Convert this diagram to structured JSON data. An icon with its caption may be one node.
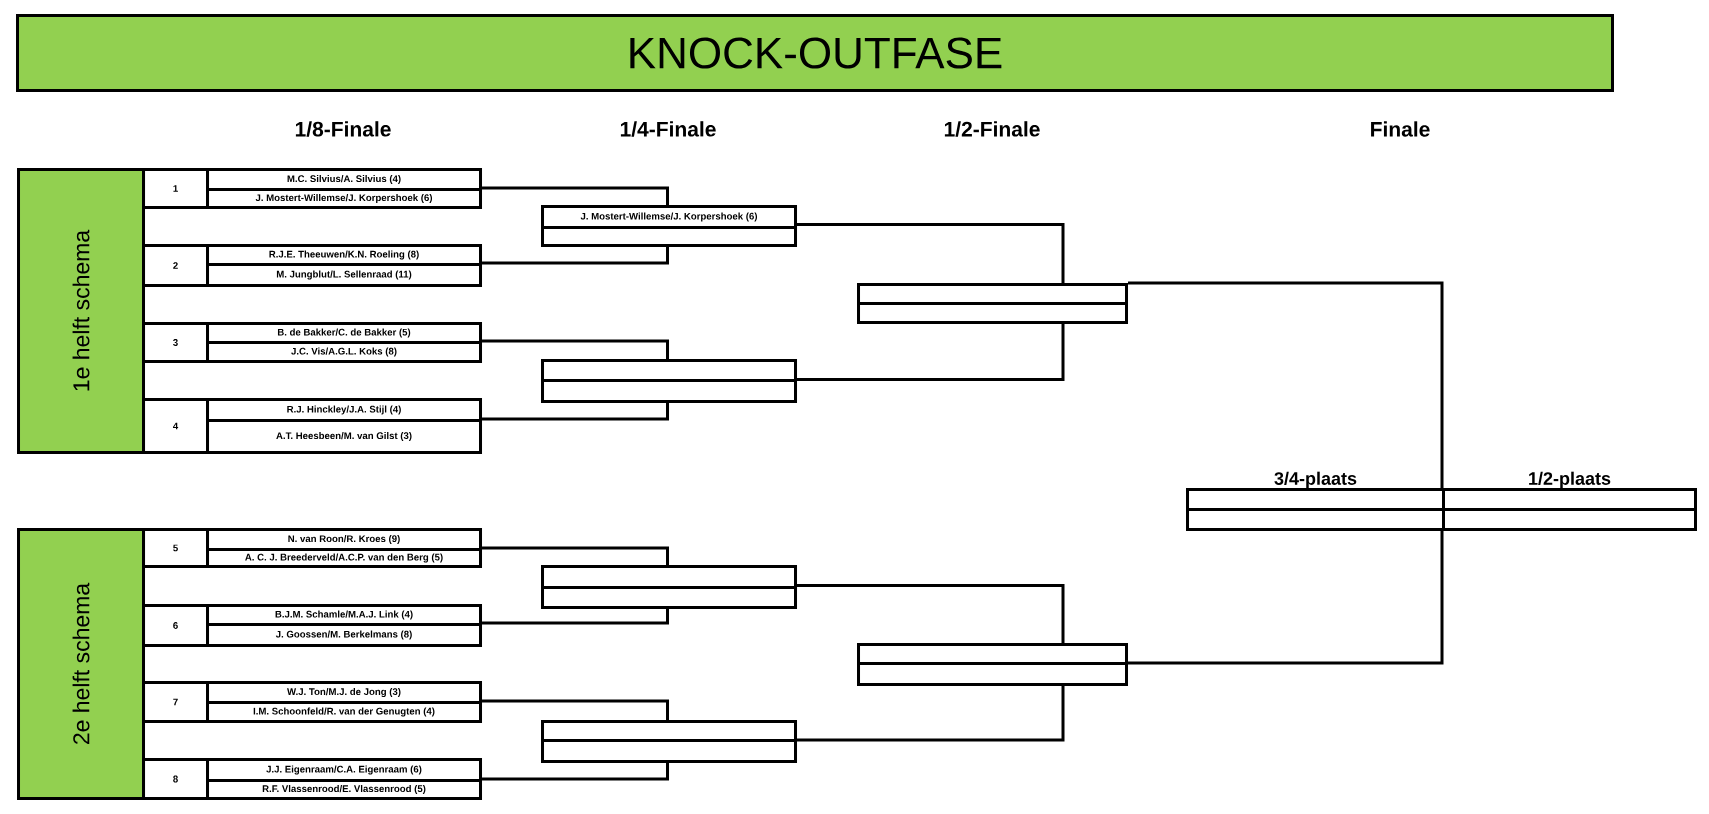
{
  "diagram": {
    "title": "KNOCK-OUTFASE",
    "nodes": [
      {
        "text": [
          "1e helft schema"
        ]
      },
      {
        "text": [],
        "shape": "box"
      },
      {
        "text": [
          "1"
        ],
        "in": 1
      },
      {
        "text": [
          "M.C. Silvius/A. Silvius (4)"
        ],
        "in": 1
      },
      {
        "text": [
          "J. Mostert-Willemse/J. Korpershoek (6)"
        ],
        "in": 1
      },
      {
        "text": [],
        "shape": "box"
      },
      {
        "text": [
          "2"
        ],
        "in": 5
      },
      {
        "text": [
          "R.J.E. Theeuwen/K.N. Roeling (8)"
        ],
        "in": 5
      },
      {
        "text": [
          "M. Jungblut/L. Sellenraad (11)"
        ],
        "in": 5
      },
      {
        "text": [],
        "shape": "box"
      },
      {
        "text": [
          "3"
        ],
        "in": 9
      },
      {
        "text": [
          "B. de Bakker/C. de Bakker (5)"
        ],
        "in": 9
      },
      {
        "text": [
          "J.C. Vis/A.G.L. Koks (8)"
        ],
        "in": 9
      },
      {
        "text": [],
        "shape": "box"
      },
      {
        "text": [
          "4"
        ],
        "in": 13
      },
      {
        "text": [
          "R.J. Hinckley/J.A. Stijl (4)"
        ],
        "in": 13
      },
      {
        "text": [
          "A.T. Heesbeen/M. van Gilst (3)"
        ],
        "in": 13
      },
      {
        "text": [
          "2e helft schema"
        ]
      },
      {
        "text": [],
        "shape": "box"
      },
      {
        "text": [
          "5"
        ],
        "in": 18
      },
      {
        "text": [
          "N. van Roon/R. Kroes (9)"
        ],
        "in": 18
      },
      {
        "text": [
          "A. C. J. Breederveld/A.C.P. van den Berg (5)"
        ],
        "in": 18
      },
      {
        "text": [],
        "shape": "box"
      },
      {
        "text": [
          "6"
        ],
        "in": 22
      },
      {
        "text": [
          "B.J.M. Schamle/M.A.J. Link (4)"
        ],
        "in": 22
      },
      {
        "text": [
          "J. Goossen/M. Berkelmans (8)"
        ],
        "in": 22
      },
      {
        "text": [],
        "shape": "box"
      },
      {
        "text": [
          "7"
        ],
        "in": 26
      },
      {
        "text": [
          "W.J. Ton/M.J. de Jong (3)"
        ],
        "in": 26
      },
      {
        "text": [
          "I.M. Schoonfeld/R. van der Genugten (4)"
        ],
        "in": 26
      },
      {
        "text": [],
        "shape": "box"
      },
      {
        "text": [
          "8"
        ],
        "in": 30
      },
      {
        "text": [
          "J.J. Eigenraam/C.A. Eigenraam (6)"
        ],
        "in": 30
      },
      {
        "text": [
          "R.F. Vlassenrood/E. Vlassenrood (5)"
        ],
        "in": 30
      },
      {
        "text": [],
        "shape": "box"
      },
      {
        "text": [
          "J. Mostert-Willemse/J. Korpershoek (6)"
        ],
        "in": 34
      },
      {
        "text": [],
        "shape": "box",
        "in": 34
      },
      {
        "text": [],
        "shape": "box"
      },
      {
        "text": [],
        "shape": "box",
        "in": 37
      },
      {
        "text": [],
        "shape": "box",
        "in": 37
      },
      {
        "text": [],
        "shape": "box"
      },
      {
        "text": [],
        "shape": "box",
        "in": 40
      },
      {
        "text": [],
        "shape": "box",
        "in": 40
      },
      {
        "text": [],
        "shape": "box"
      },
      {
        "text": [],
        "shape": "box",
        "in": 43
      },
      {
        "text": [],
        "shape": "box",
        "in": 43
      },
      {
        "text": [],
        "shape": "box"
      },
      {
        "text": [],
        "shape": "box",
        "in": 46
      },
      {
        "text": [],
        "shape": "box",
        "in": 46
      },
      {
        "text": [],
        "shape": "box"
      },
      {
        "text": [],
        "shape": "box",
        "in": 49
      },
      {
        "text": [],
        "shape": "box",
        "in": 49
      },
      {
        "text": [
          "3/4-plaats"
        ]
      },
      {
        "text": [],
        "shape": "box",
        "in": 52
      },
      {
        "text": [],
        "shape": "box",
        "in": 52
      },
      {
        "text": [
          "1/2-plaats"
        ]
      },
      {
        "text": [],
        "shape": "box",
        "in": 55
      },
      {
        "text": [],
        "shape": "box",
        "in": 55
      }
    ],
    "edges": [
      {
        "from": 1,
        "to": 35,
        "arrow": "none"
      },
      {
        "from": 5,
        "to": 36,
        "arrow": "none"
      },
      {
        "from": 9,
        "to": 38,
        "arrow": "none"
      },
      {
        "from": 13,
        "to": 39,
        "arrow": "none"
      },
      {
        "from": 18,
        "to": 41,
        "arrow": "none"
      },
      {
        "from": 22,
        "to": 42,
        "arrow": "none"
      },
      {
        "from": 26,
        "to": 44,
        "arrow": "none"
      },
      {
        "from": 30,
        "to": 45,
        "arrow": "none"
      },
      {
        "from": 34,
        "to": 47,
        "arrow": "none"
      },
      {
        "from": 37,
        "to": 48,
        "arrow": "none"
      },
      {
        "from": 40,
        "to": 50,
        "arrow": "none"
      },
      {
        "from": 43,
        "to": 51,
        "arrow": "none"
      },
      {
        "from": 46,
        "to": 55,
        "arrow": "none"
      },
      {
        "from": 49,
        "to": 55,
        "arrow": "none"
      }
    ],
    "labels": [
      "1/8-Finale",
      "1/4-Finale",
      "1/2-Finale",
      "Finale"
    ]
  }
}
